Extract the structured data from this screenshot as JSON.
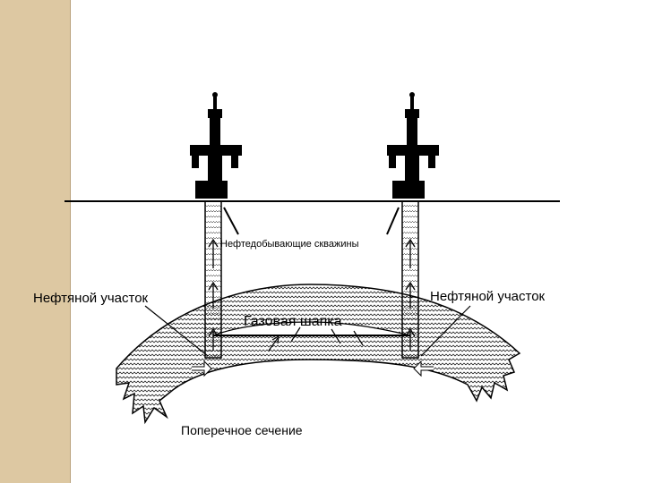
{
  "labels": {
    "wells": "Нефтедобывающие скважины",
    "oil_zone_left": "Нефтяной участок",
    "oil_zone_right": "Нефтяной участок",
    "gas_cap": "Газовая шапка",
    "cross_section": "Поперечное сечение"
  },
  "colors": {
    "ink": "#000000",
    "side_strip": "#ddc8a2",
    "background": "#ffffff"
  }
}
